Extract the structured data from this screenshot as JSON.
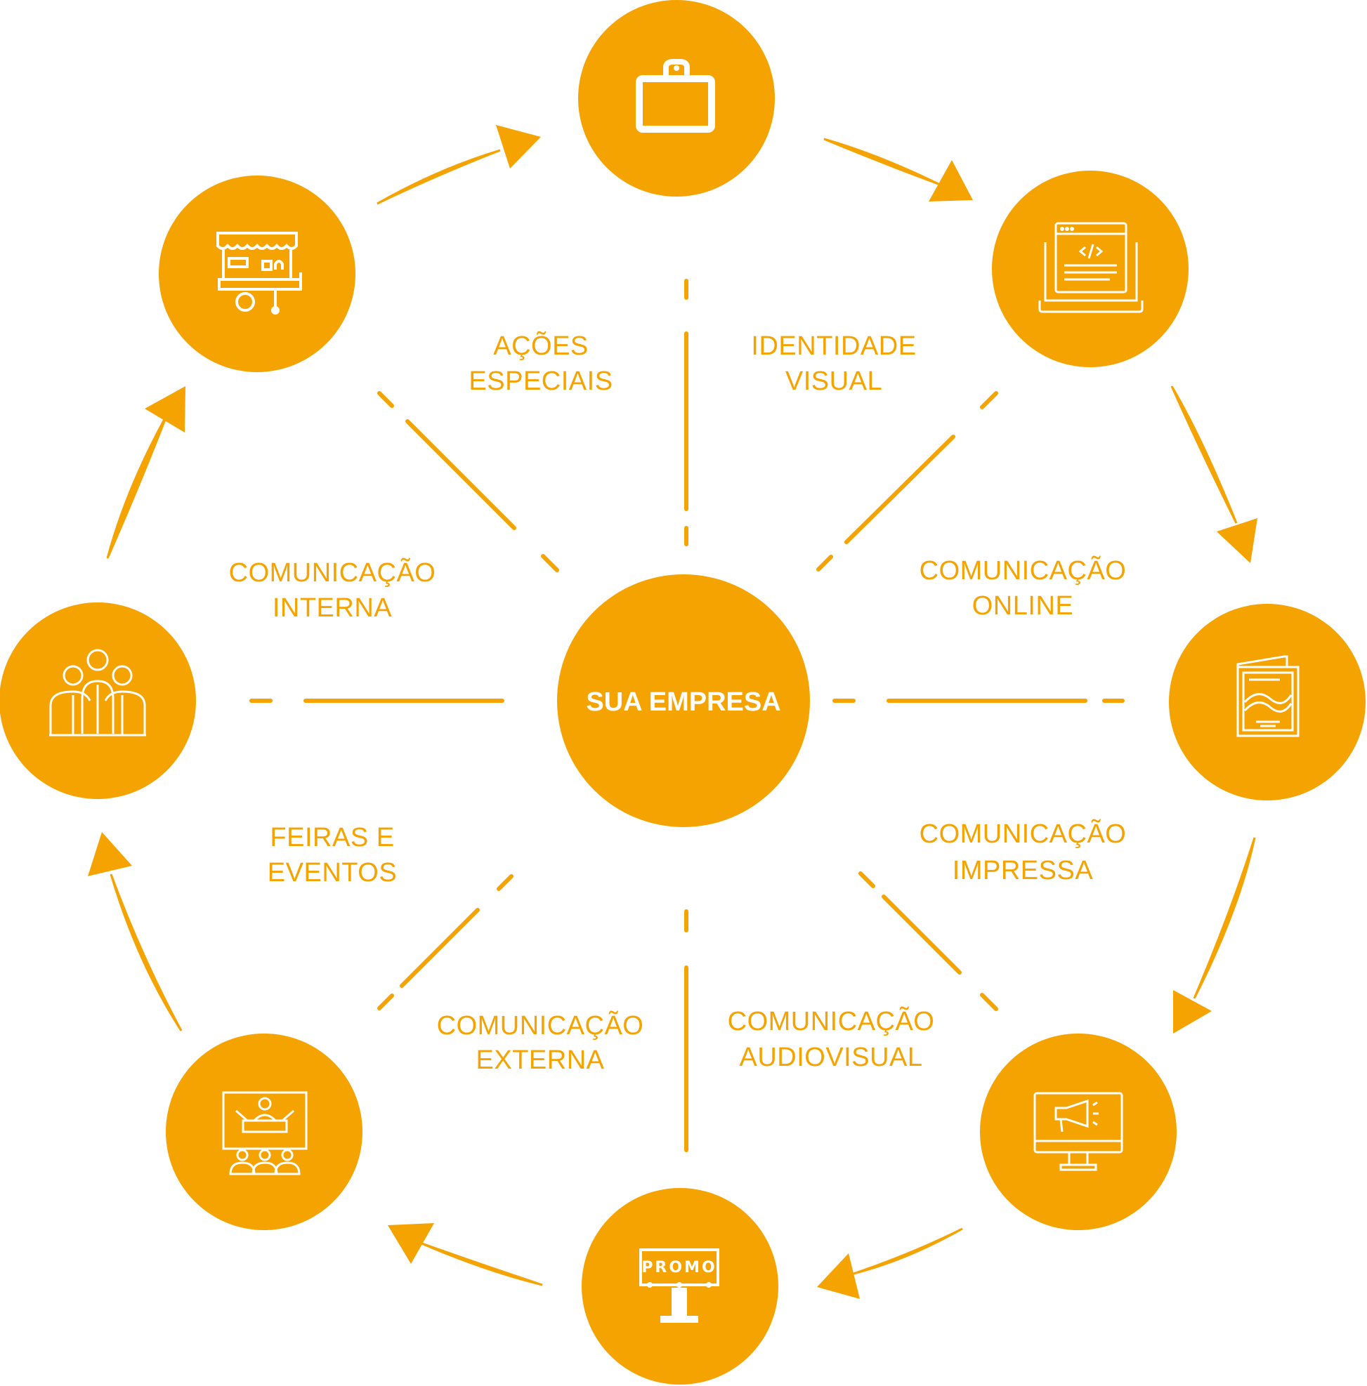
{
  "colors": {
    "accent": "#F5A300",
    "icon": "#FFFFFF",
    "background": "#FFFFFF"
  },
  "center": {
    "label": "SUA EMPRESA"
  },
  "nodes": [
    {
      "id": "top",
      "icon": "briefcase-icon"
    },
    {
      "id": "top-right",
      "icon": "code-laptop-icon"
    },
    {
      "id": "right",
      "icon": "brochure-icon"
    },
    {
      "id": "bottom-right",
      "icon": "monitor-megaphone-icon"
    },
    {
      "id": "bottom",
      "icon": "promo-billboard-icon",
      "text": "PROMO"
    },
    {
      "id": "bottom-left",
      "icon": "presentation-audience-icon"
    },
    {
      "id": "left",
      "icon": "team-icon"
    },
    {
      "id": "top-left",
      "icon": "food-cart-icon"
    }
  ],
  "sectors": [
    {
      "line1": "AÇÕES",
      "line2": "ESPECIAIS"
    },
    {
      "line1": "IDENTIDADE",
      "line2": "VISUAL"
    },
    {
      "line1": "COMUNICAÇÃO",
      "line2": "ONLINE"
    },
    {
      "line1": "COMUNICAÇÃO",
      "line2": "IMPRESSA"
    },
    {
      "line1": "COMUNICAÇÃO",
      "line2": "AUDIOVISUAL"
    },
    {
      "line1": "COMUNICAÇÃO",
      "line2": "EXTERNA"
    },
    {
      "line1": "FEIRAS E",
      "line2": "EVENTOS"
    },
    {
      "line1": "COMUNICAÇÃO",
      "line2": "INTERNA"
    }
  ]
}
